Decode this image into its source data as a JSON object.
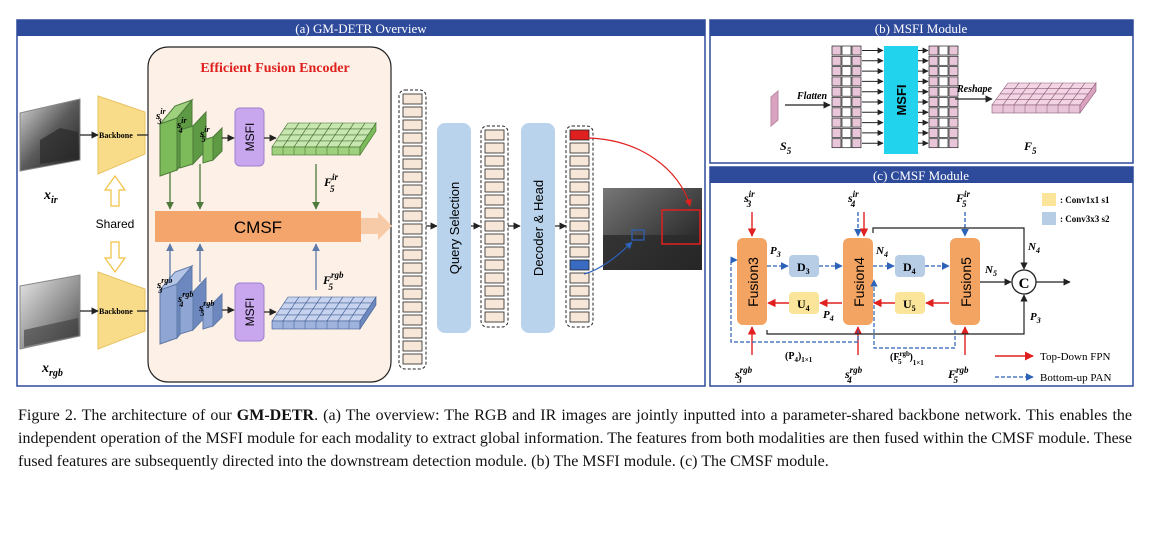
{
  "panels": {
    "a_title": "(a) GM-DETR Overview",
    "b_title": "(b) MSFI Module",
    "c_title": "(c) CMSF Module"
  },
  "overview": {
    "x_ir": "x",
    "x_ir_sub": "ir",
    "x_rgb": "x",
    "x_rgb_sub": "rgb",
    "backbone": "Backbone",
    "shared": "Shared",
    "encoder_title": "Efficient Fusion Encoder",
    "msfi": "MSFI",
    "cmsf": "CMSF",
    "s": "s",
    "sup_ir": "ir",
    "sup_rgb": "rgb",
    "sub3": "3",
    "sub4": "4",
    "sub5": "5",
    "f": "F",
    "query_selection": "Query Selection",
    "decoder_head": "Decoder & Head"
  },
  "msfi_module": {
    "flatten": "Flatten",
    "reshape": "Reshape",
    "msfi": "MSFI",
    "s5": "S",
    "s5_sub": "5",
    "f5": "F",
    "f5_sub": "5"
  },
  "cmsf_module": {
    "fusion3": "Fusion3",
    "fusion4": "Fusion4",
    "fusion5": "Fusion5",
    "d": "D",
    "u": "U",
    "p": "P",
    "n": "N",
    "c": "C",
    "p4_1x1": "(P",
    "p4_1x1_sub": "4",
    "p4_1x1_tail": ")",
    "x1x1": "1×1",
    "f5rgb_1x1": "(F",
    "legend_conv1": ": Conv1x1 s1",
    "legend_conv3": ": Conv3x3 s2",
    "legend_topdown": "Top-Down FPN",
    "legend_bottomup": "Bottom-up PAN"
  },
  "colors": {
    "panel_header": "#2e4a9a",
    "green_feature": "#7dbb5a",
    "blue_feature": "#8fa6d4",
    "msfi_purple": "#c9a7ee",
    "cmsf_orange": "#f4a56b",
    "backbone_yellow": "#f8dc8a",
    "query_blue": "#b9d3ec",
    "cyan_msfi": "#22d3ee",
    "pink_token": "#e8c5d8",
    "fusion_orange": "#f3a462",
    "u_yellow": "#fbe59a",
    "d_blue": "#b7cde6",
    "red_arrow": "#e0201e",
    "blue_arrow": "#2c62b8"
  },
  "caption": {
    "prefix": "Figure 2.  The architecture of our ",
    "bold": "GM-DETR",
    "rest": ". (a) The overview: The RGB and IR images are jointly inputted into a parameter-shared backbone network. This enables the independent operation of the MSFI module for each modality to extract global information. The features from both modalities are then fused within the CMSF module. These fused features are subsequently directed into the downstream detection module. (b) The MSFI module. (c) The CMSF module."
  }
}
